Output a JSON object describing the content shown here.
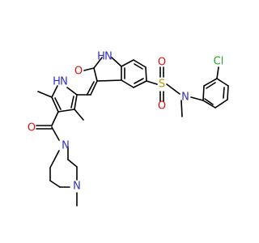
{
  "structure": {
    "atoms": [
      {
        "label": "Cl",
        "color": "#1fa81f"
      },
      {
        "label": "N",
        "color": "#2f2fd0"
      },
      {
        "label": "S",
        "color": "#b0a000"
      },
      {
        "label": "O",
        "color": "#e01010"
      },
      {
        "label": "O",
        "color": "#e01010"
      },
      {
        "label": "H",
        "color": "#2f2fd0"
      },
      {
        "label": "N",
        "color": "#2f2fd0"
      },
      {
        "label": "O",
        "color": "#e01010"
      },
      {
        "label": "H",
        "color": "#2f2fd0"
      },
      {
        "label": "N",
        "color": "#2f2fd0"
      },
      {
        "label": "O",
        "color": "#e01010"
      },
      {
        "label": "N",
        "color": "#2f2fd0"
      },
      {
        "label": "N",
        "color": "#2f2fd0"
      }
    ]
  }
}
